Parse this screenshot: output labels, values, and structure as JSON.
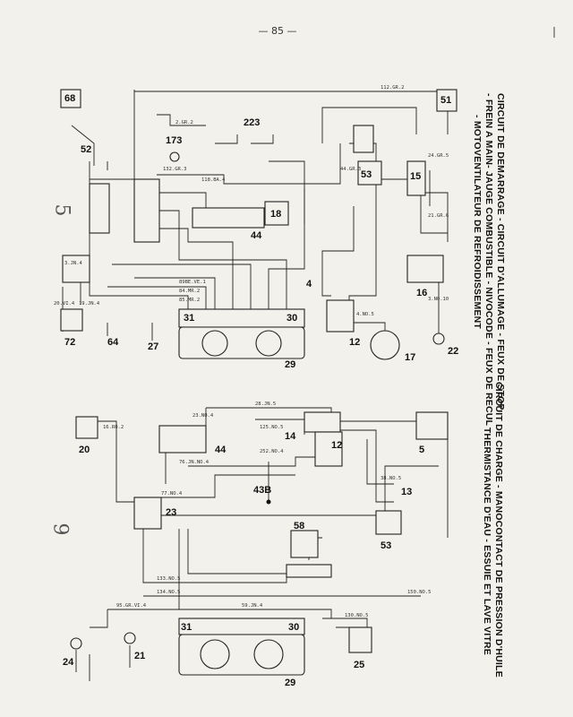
{
  "page": {
    "number": "— 85 —",
    "section_top": "5",
    "section_bottom": "9"
  },
  "captions": {
    "top": [
      "CIRCUIT DE DEMARRAGE - CIRCUIT D'ALLUMAGE - FEUX DE STOP",
      "- FREIN A MAIN- JAUGE COMBUSTIBLE - NIVOCODE - FEUX DE RECUL",
      "- MOTOVENTILATEUR DE REFROIDISSEMENT"
    ],
    "bottom": [
      "CIRCUIT DE CHARGE - MANOCONTACT DE PRESSION D'HUILE",
      "- THERMISTANCE D'EAU - ESSUIE ET LAVE VITRE"
    ]
  },
  "components": {
    "top": [
      "68",
      "51",
      "52",
      "173",
      "223",
      "53",
      "15",
      "44",
      "18",
      "16",
      "12",
      "17",
      "22",
      "72",
      "64",
      "27",
      "31",
      "30",
      "29",
      "4"
    ],
    "bottom": [
      "20",
      "14",
      "44",
      "12",
      "5",
      "13",
      "43B",
      "23",
      "53",
      "58",
      "31",
      "30",
      "29",
      "21",
      "24",
      "25"
    ]
  },
  "wire_labels": {
    "top": [
      "112.GR.2",
      "2.GR.2",
      "132.GR.3",
      "118.BA.4",
      "44.GR.3",
      "24.GR.5",
      "21.GR.6",
      "3.NO.10",
      "4.NO.5",
      "84.MR.2",
      "85.MR.2",
      "89BE.VE.1",
      "3.JN.4",
      "19.JN.4",
      "20.VI.4"
    ],
    "bottom": [
      "28.JN.5",
      "23.NO.4",
      "125.NO.5",
      "252.NO.4",
      "76.JN.NO.4",
      "77.NO.4",
      "38.NO.5",
      "150.NO.5",
      "134.NO.5",
      "133.NO.5",
      "130.NO.5",
      "95.GR.VI.4",
      "59.JN.4",
      "16.RO.2"
    ]
  }
}
